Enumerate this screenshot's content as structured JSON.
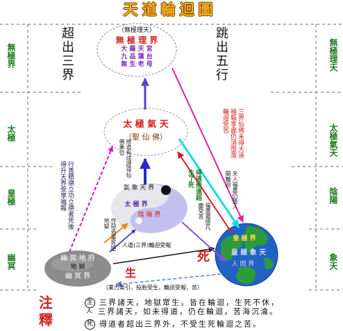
{
  "title": "天道輪迴圖",
  "side_labels": {
    "left": [
      "無極界",
      "太極",
      "皇極",
      "幽冥"
    ],
    "right": [
      "無極理天",
      "太極氣天",
      "陰陽",
      "象天"
    ]
  },
  "transcend": {
    "left": "超出三界",
    "right": "跳出五行"
  },
  "top_oval": {
    "subtitle": "（無極理天）",
    "heading": "無 極 理 界",
    "lines": [
      "大 羅 天 宮",
      "九 品 蓮 台",
      "無 生 老 母"
    ]
  },
  "middle_oval": {
    "heading": "太 極 氣 天",
    "sub": "（聖 仙 佛）"
  },
  "taiji": {
    "top": "氣 象 天 界",
    "middle": "太 極 界",
    "bottom": "陰 陽 界"
  },
  "earth": {
    "top": "皇 極 界",
    "middle": "皇 極 象 天",
    "bottom": "人 間 界"
  },
  "hell": {
    "top": "幽 冥 地 府",
    "middle": "地 獄",
    "bottom": "幽 冥 界"
  },
  "markers": {
    "birth": "生",
    "death": "死"
  },
  "captions": {
    "human_path": "人道(三界)輪迴受報",
    "karma": "（業力牽引，投胎受生，輪迴受報，苦）"
  },
  "vertical_notes": {
    "ascend_left": "行善積德立功立德者死後得升天界受享福報",
    "ascend_center": "修道有成證得仙佛果位",
    "attain": "得道修道超生了死",
    "fall_center": "福盡還墮凡塵受苦",
    "fall_red": "三界仙佛未得大道福報享盡仍須墮落輪迴受苦",
    "fall_right": "天人福盡仍墮人間輪迴",
    "sink": "作惡造業死墮地獄"
  },
  "legend": {
    "heading": [
      "注",
      "釋"
    ],
    "items": [
      {
        "mark": "生",
        "text": "三界諸天，地獄眾生，皆在輪迴，生死不休，"
      },
      {
        "mark": "人",
        "text": "三界諸天，如未得道，仍在輪迴，苦海沉淪。"
      },
      {
        "mark": "死",
        "text": "得道者超出三界外，不受生死輪迴之苦。"
      }
    ]
  },
  "colors": {
    "title": "#f0b020",
    "title_outline": "#7a3d00",
    "realm_label": "#1d7a1d",
    "emphasis": "#d42020",
    "globe_ocean": "#1f62c4",
    "globe_land": "#2f9a3c",
    "underworld": "#8c8c8c"
  }
}
